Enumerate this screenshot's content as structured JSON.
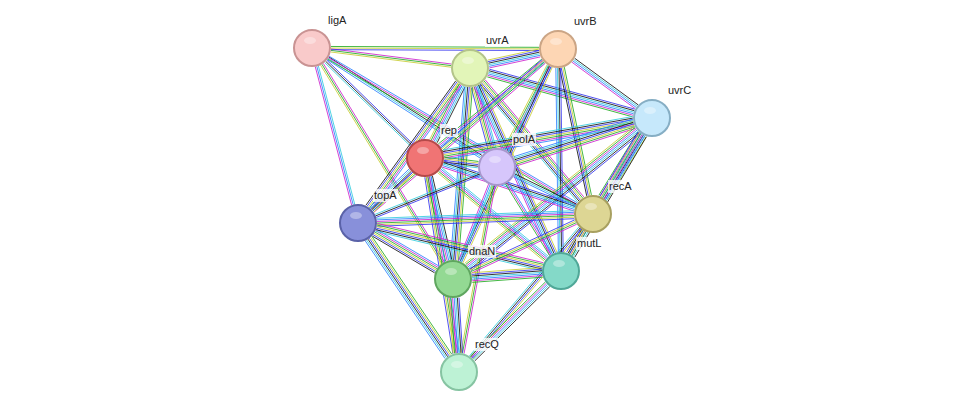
{
  "diagram": {
    "nodes": [
      {
        "text": [
          "ligA"
        ]
      },
      {
        "text": [
          "uvrA"
        ]
      },
      {
        "text": [
          "uvrB"
        ]
      },
      {
        "text": [
          "uvrC"
        ]
      },
      {
        "text": [
          "rep"
        ]
      },
      {
        "text": [
          "polA"
        ]
      },
      {
        "text": [
          "topA"
        ]
      },
      {
        "text": [
          "recA"
        ]
      },
      {
        "text": [
          "dnaN"
        ]
      },
      {
        "text": [
          "mutL"
        ]
      },
      {
        "text": [
          "recQ"
        ]
      }
    ],
    "edges": [
      {
        "from": 0,
        "to": 1,
        "arrow": "none"
      },
      {
        "from": 0,
        "to": 2,
        "arrow": "none"
      },
      {
        "from": 0,
        "to": 4,
        "arrow": "none"
      },
      {
        "from": 0,
        "to": 5,
        "arrow": "none"
      },
      {
        "from": 0,
        "to": 6,
        "arrow": "none"
      },
      {
        "from": 0,
        "to": 7,
        "arrow": "none"
      },
      {
        "from": 0,
        "to": 8,
        "arrow": "none"
      },
      {
        "from": 1,
        "to": 2,
        "arrow": "none"
      },
      {
        "from": 1,
        "to": 3,
        "arrow": "none"
      },
      {
        "from": 1,
        "to": 4,
        "arrow": "none"
      },
      {
        "from": 1,
        "to": 5,
        "arrow": "none"
      },
      {
        "from": 1,
        "to": 6,
        "arrow": "none"
      },
      {
        "from": 1,
        "to": 7,
        "arrow": "none"
      },
      {
        "from": 1,
        "to": 8,
        "arrow": "none"
      },
      {
        "from": 1,
        "to": 9,
        "arrow": "none"
      },
      {
        "from": 2,
        "to": 3,
        "arrow": "none"
      },
      {
        "from": 2,
        "to": 4,
        "arrow": "none"
      },
      {
        "from": 2,
        "to": 5,
        "arrow": "none"
      },
      {
        "from": 2,
        "to": 6,
        "arrow": "none"
      },
      {
        "from": 2,
        "to": 7,
        "arrow": "none"
      },
      {
        "from": 2,
        "to": 8,
        "arrow": "none"
      },
      {
        "from": 2,
        "to": 9,
        "arrow": "none"
      },
      {
        "from": 3,
        "to": 4,
        "arrow": "none"
      },
      {
        "from": 3,
        "to": 5,
        "arrow": "none"
      },
      {
        "from": 3,
        "to": 7,
        "arrow": "none"
      },
      {
        "from": 3,
        "to": 8,
        "arrow": "none"
      },
      {
        "from": 3,
        "to": 9,
        "arrow": "none"
      },
      {
        "from": 4,
        "to": 5,
        "arrow": "none"
      },
      {
        "from": 4,
        "to": 6,
        "arrow": "none"
      },
      {
        "from": 4,
        "to": 7,
        "arrow": "none"
      },
      {
        "from": 4,
        "to": 8,
        "arrow": "none"
      },
      {
        "from": 4,
        "to": 9,
        "arrow": "none"
      },
      {
        "from": 4,
        "to": 10,
        "arrow": "none"
      },
      {
        "from": 5,
        "to": 6,
        "arrow": "none"
      },
      {
        "from": 5,
        "to": 7,
        "arrow": "none"
      },
      {
        "from": 5,
        "to": 8,
        "arrow": "none"
      },
      {
        "from": 5,
        "to": 9,
        "arrow": "none"
      },
      {
        "from": 5,
        "to": 10,
        "arrow": "none"
      },
      {
        "from": 6,
        "to": 7,
        "arrow": "none"
      },
      {
        "from": 6,
        "to": 8,
        "arrow": "none"
      },
      {
        "from": 6,
        "to": 9,
        "arrow": "none"
      },
      {
        "from": 6,
        "to": 10,
        "arrow": "none"
      },
      {
        "from": 7,
        "to": 8,
        "arrow": "none"
      },
      {
        "from": 7,
        "to": 9,
        "arrow": "none"
      },
      {
        "from": 7,
        "to": 10,
        "arrow": "none"
      },
      {
        "from": 8,
        "to": 9,
        "arrow": "none"
      },
      {
        "from": 8,
        "to": 10,
        "arrow": "none"
      },
      {
        "from": 9,
        "to": 10,
        "arrow": "none"
      }
    ]
  }
}
